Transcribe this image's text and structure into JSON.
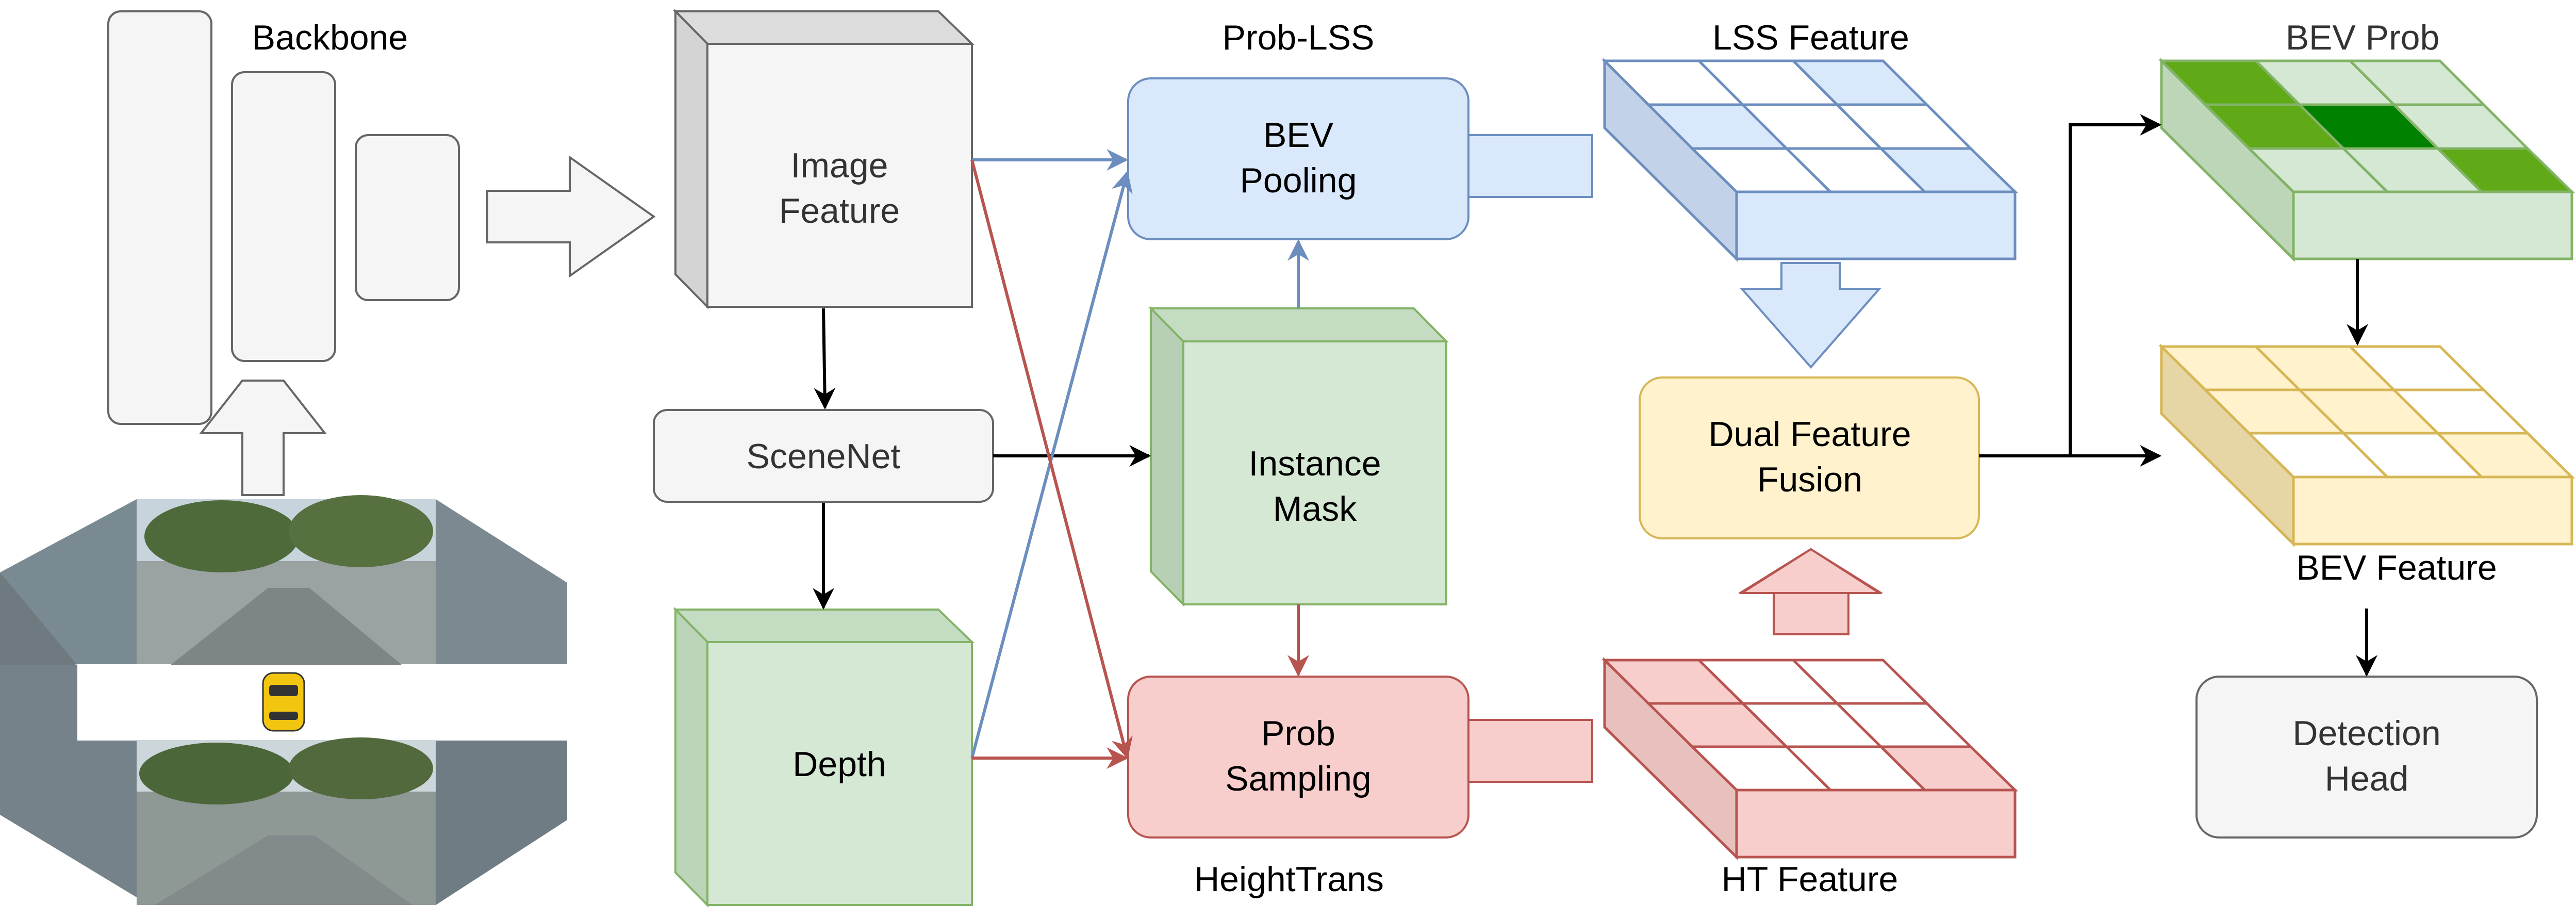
{
  "labels": {
    "backbone": "Backbone",
    "image_feature_1": "Image",
    "image_feature_2": "Feature",
    "scenenet": "SceneNet",
    "depth": "Depth",
    "prob_lss": "Prob-LSS",
    "bev_pooling_1": "BEV",
    "bev_pooling_2": "Pooling",
    "instance_mask_1": "Instance",
    "instance_mask_2": "Mask",
    "prob_sampling_1": "Prob",
    "prob_sampling_2": "Sampling",
    "height_trans": "HeightTrans",
    "lss_feature": "LSS Feature",
    "ht_feature": "HT Feature",
    "dual_fusion_1": "Dual Feature",
    "dual_fusion_2": "Fusion",
    "bev_prob": "BEV Prob",
    "bev_feature": "BEV Feature",
    "detection_head_1": "Detection",
    "detection_head_2": "Head"
  },
  "colors": {
    "blue_fill": "#dae8fc",
    "blue_stroke": "#6c8ebf",
    "red_fill": "#f8cecc",
    "red_stroke": "#b85450",
    "green_fill": "#d5e8d4",
    "green_stroke": "#82b366",
    "yellow_fill": "#fff2cc",
    "yellow_stroke": "#d6b656",
    "gray_fill": "#f5f5f5",
    "gray_stroke": "#666666",
    "dark_green": "#008000",
    "mid_green": "#60a917"
  }
}
